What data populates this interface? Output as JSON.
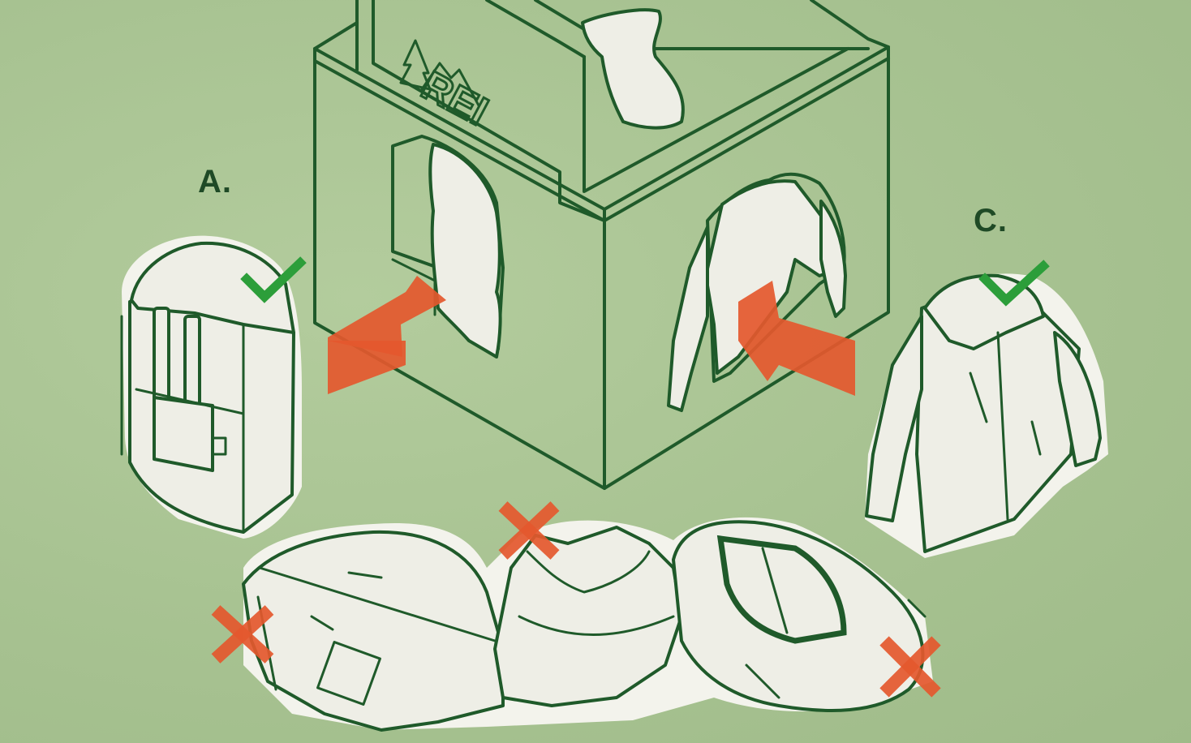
{
  "labels": {
    "a": "A.",
    "c": "C."
  },
  "logo": {
    "text": "REI"
  },
  "colors": {
    "background": "#a9c493",
    "ink": "#1f5a2a",
    "paper": "#eeeee6",
    "accept": "#2c9e3a",
    "reject": "#e4582e"
  },
  "icons": [
    "check-icon",
    "x-icon",
    "arrow-icon"
  ]
}
